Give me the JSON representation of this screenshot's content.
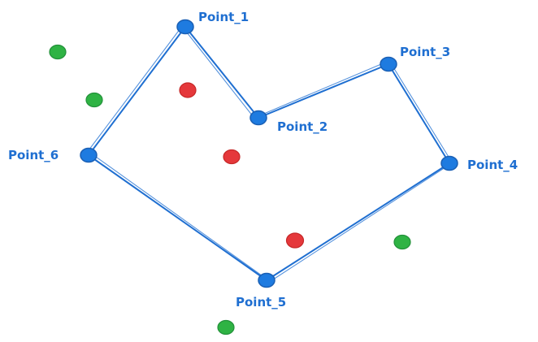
{
  "vertices": [
    {
      "id": "point-1",
      "label": "Point_1"
    },
    {
      "id": "point-2",
      "label": "Point_2"
    },
    {
      "id": "point-3",
      "label": "Point_3"
    },
    {
      "id": "point-4",
      "label": "Point_4"
    },
    {
      "id": "point-5",
      "label": "Point_5"
    },
    {
      "id": "point-6",
      "label": "Point_6"
    }
  ],
  "edges": [
    [
      "point-1",
      "point-2"
    ],
    [
      "point-2",
      "point-3"
    ],
    [
      "point-3",
      "point-4"
    ],
    [
      "point-4",
      "point-5"
    ],
    [
      "point-5",
      "point-6"
    ],
    [
      "point-6",
      "point-1"
    ]
  ],
  "colors": {
    "polygon": "#1f6fd1",
    "vertex": "#1e7be0",
    "inside_point": "#e5383b",
    "outside_point": "#2fb344"
  },
  "inside_points_count": 3,
  "outside_points_count": 4
}
